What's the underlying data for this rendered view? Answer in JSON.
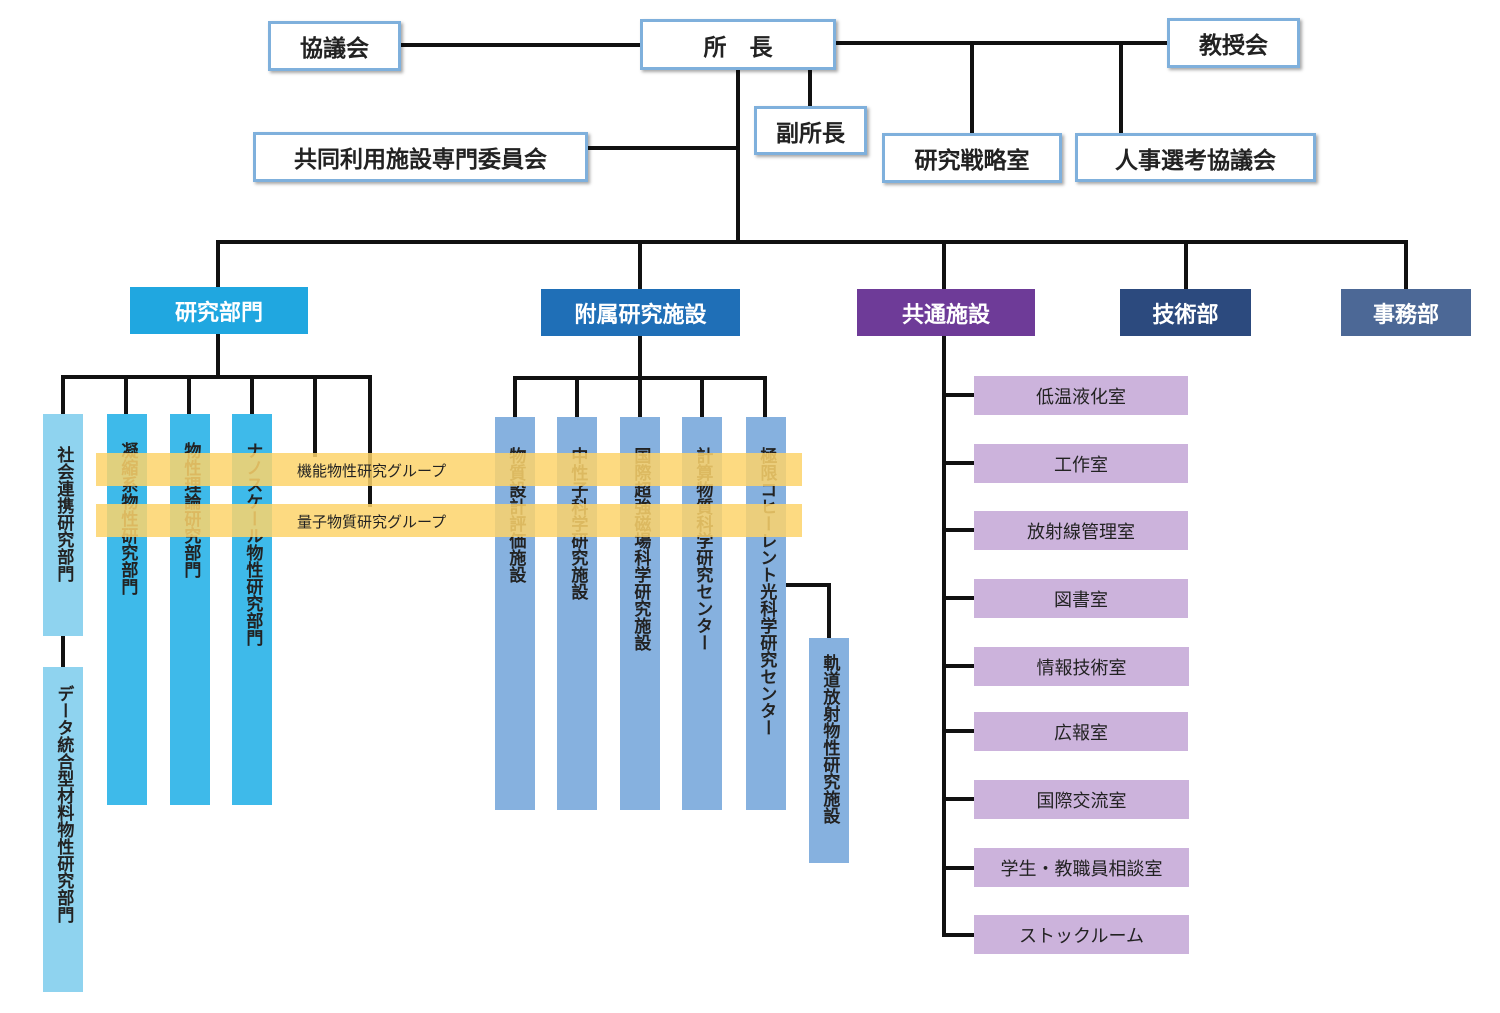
{
  "leadership": {
    "director": "所　長",
    "council": "協議会",
    "faculty_meeting": "教授会",
    "deputy_director": "副所長",
    "joint_use_committee": "共同利用施設専門委員会",
    "strategy_office": "研究戦略室",
    "personnel_council": "人事選考協議会"
  },
  "departments": {
    "research_divisions": "研究部門",
    "affiliated_facilities": "附属研究施設",
    "common_facilities": "共通施設",
    "technical_department": "技術部",
    "administration_department": "事務部"
  },
  "research_divisions": [
    "社会連携研究部門",
    "データ統合型材料物性研究部門",
    "凝縮系物性研究部門",
    "物性理論研究部門",
    "ナノスケール物性研究部門"
  ],
  "research_groups": [
    "機能物性研究グループ",
    "量子物質研究グループ"
  ],
  "affiliated_facilities": [
    "物質設計評価施設",
    "中性子科学研究施設",
    "国際超強磁場科学研究施設",
    "計算物質科学研究センター",
    "極限コヒーレント光科学研究センター",
    "軌道放射物性研究施設"
  ],
  "common_facilities": [
    "低温液化室",
    "工作室",
    "放射線管理室",
    "図書室",
    "情報技術室",
    "広報室",
    "国際交流室",
    "学生・教職員相談室",
    "ストックルーム"
  ],
  "colors": {
    "top_border": "#7fb0dc",
    "research_divisions": "#20a7e0",
    "affiliated_facilities": "#1f6fb7",
    "common_facilities": "#6e3b98",
    "technical_department": "#2c4a7e",
    "administration_department": "#4c6896",
    "division_column": "#3ebaea",
    "social_column": "#8fd3ef",
    "facility_column": "#86b1df",
    "common_item": "#ccb3dc",
    "group_band": "#fdd36b"
  }
}
